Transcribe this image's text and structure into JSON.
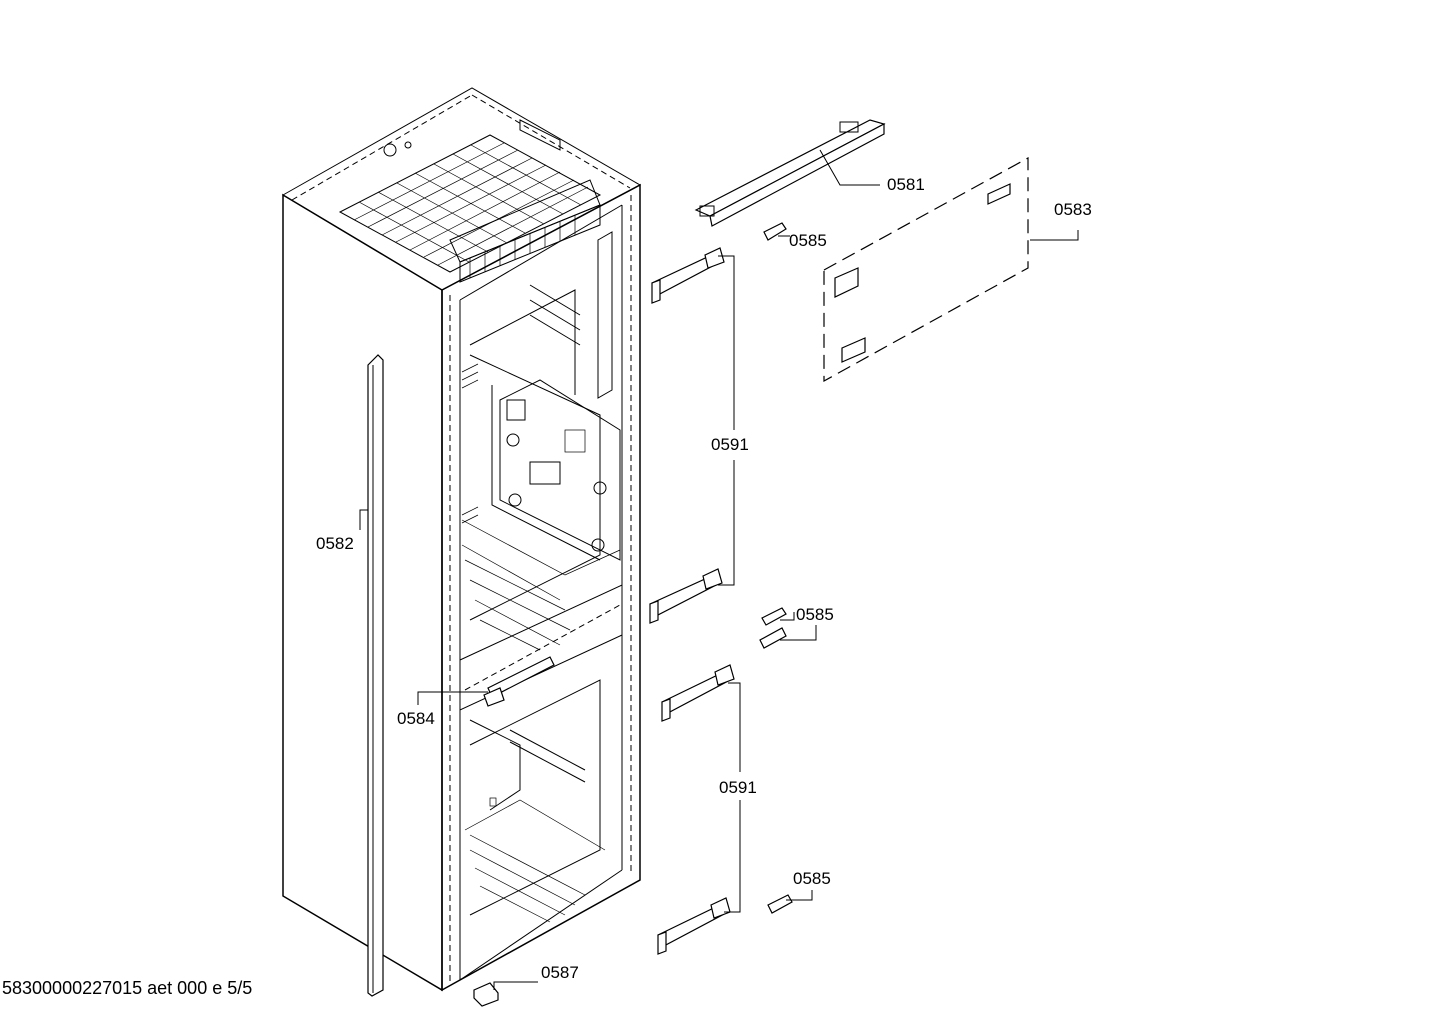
{
  "callouts": [
    {
      "id": "c0581",
      "text": "0581"
    },
    {
      "id": "c0583",
      "text": "0583"
    },
    {
      "id": "c0585a",
      "text": "0585"
    },
    {
      "id": "c0591a",
      "text": "0591"
    },
    {
      "id": "c0582",
      "text": "0582"
    },
    {
      "id": "c0585b",
      "text": "0585"
    },
    {
      "id": "c0584",
      "text": "0584"
    },
    {
      "id": "c0591b",
      "text": "0591"
    },
    {
      "id": "c0585c",
      "text": "0585"
    },
    {
      "id": "c0587",
      "text": "0587"
    }
  ],
  "footer": "58300000227015 aet 000 e 5/5"
}
